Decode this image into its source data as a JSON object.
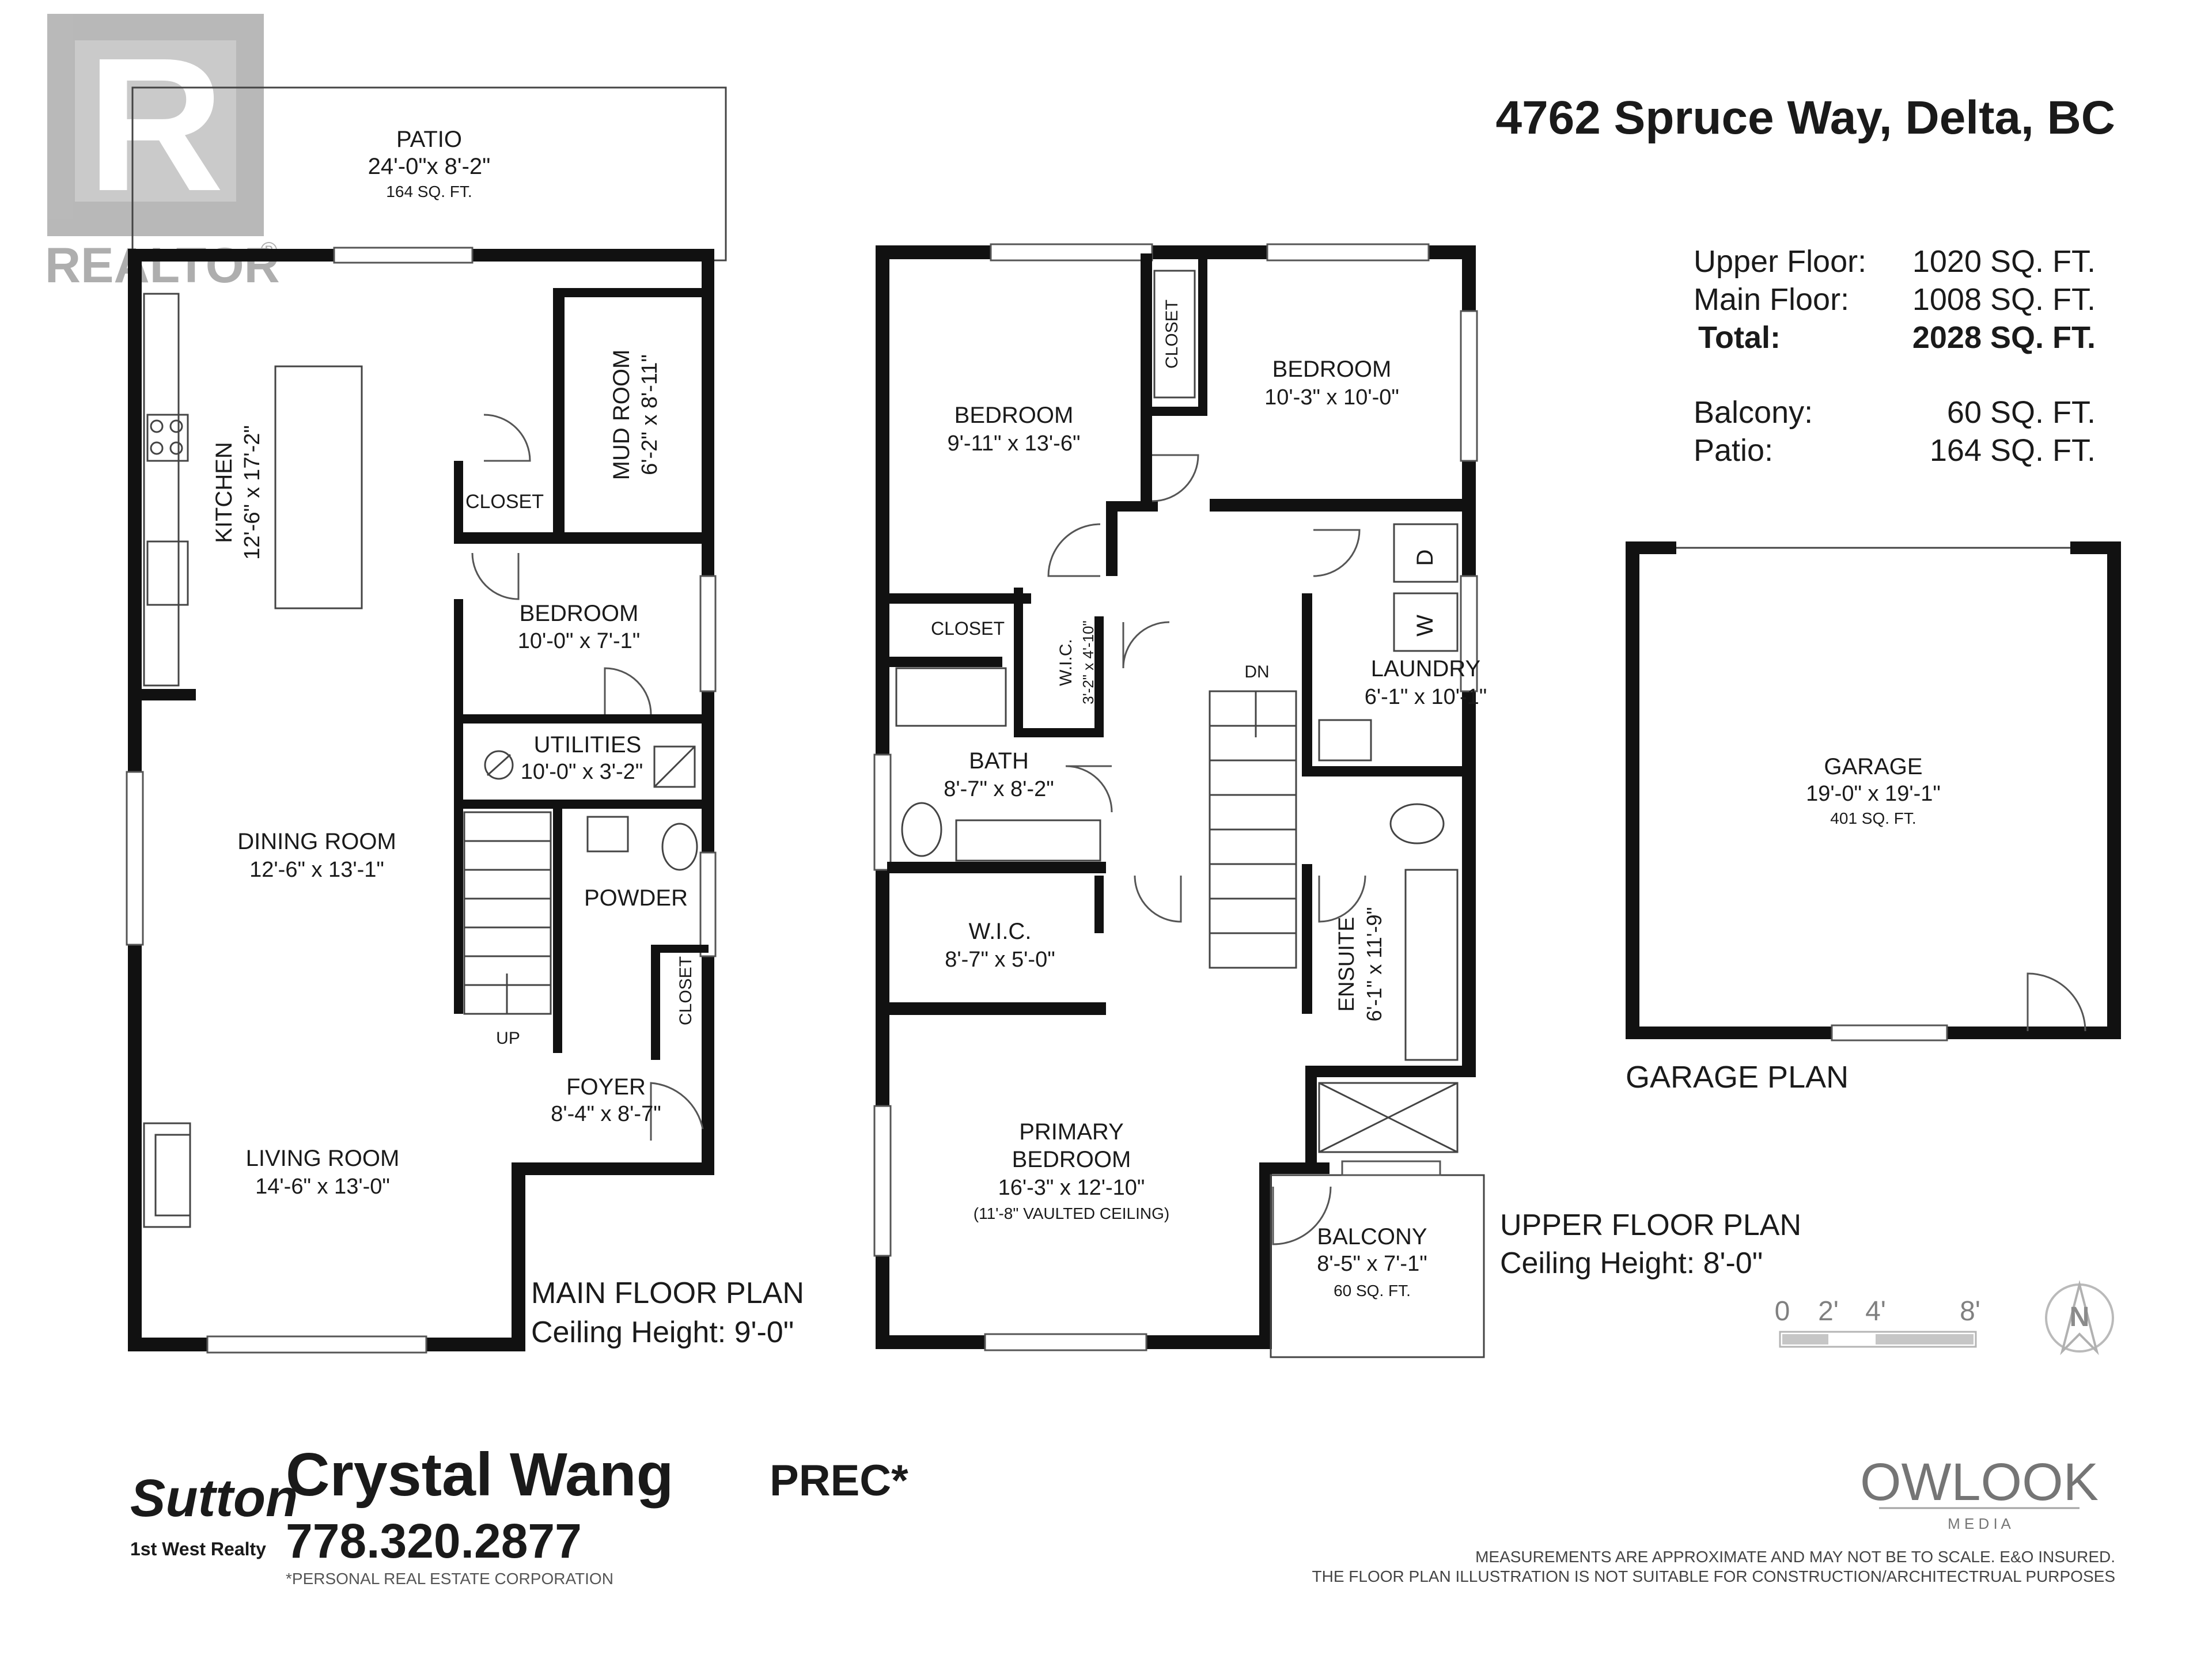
{
  "header": {
    "address": "4762 Spruce Way, Delta, BC",
    "logo_text": "REALTOR",
    "logo_symbol": "R",
    "registered_mark": "®"
  },
  "areas": [
    {
      "label": "Upper Floor:",
      "value": "1020 SQ. FT."
    },
    {
      "label": "Main Floor:",
      "value": "1008 SQ. FT."
    },
    {
      "label": "Total:",
      "value": "2028 SQ. FT."
    },
    {
      "label": "Balcony:",
      "value": "60 SQ. FT."
    },
    {
      "label": "Patio:",
      "value": "164 SQ. FT."
    }
  ],
  "main_floor": {
    "title": "MAIN FLOOR PLAN",
    "ceiling": "Ceiling Height: 9'-0\"",
    "patio": {
      "name": "PATIO",
      "dims": "24'-0\"x 8'-2\"",
      "area": "164 SQ. FT."
    },
    "kitchen": {
      "name": "KITCHEN",
      "dims": "12'-6\" x 17'-2\""
    },
    "mud_room": {
      "name": "MUD ROOM",
      "dims": "6'-2\" x 8'-11\""
    },
    "closet_1": "CLOSET",
    "bedroom": {
      "name": "BEDROOM",
      "dims": "10'-0\" x 7'-1\""
    },
    "utilities": {
      "name": "UTILITIES",
      "dims": "10'-0\" x 3'-2\""
    },
    "dining": {
      "name": "DINING ROOM",
      "dims": "12'-6\" x 13'-1\""
    },
    "powder": "POWDER",
    "closet_2": "CLOSET",
    "stair_label": "UP",
    "foyer": {
      "name": "FOYER",
      "dims": "8'-4\" x 8'-7\""
    },
    "living": {
      "name": "LIVING ROOM",
      "dims": "14'-6\" x 13'-0\""
    }
  },
  "upper_floor": {
    "title": "UPPER FLOOR PLAN",
    "ceiling": "Ceiling Height: 8'-0\"",
    "bedroom_1": {
      "name": "BEDROOM",
      "dims": "9'-11\" x 13'-6\""
    },
    "closet_v": "CLOSET",
    "bedroom_2": {
      "name": "BEDROOM",
      "dims": "10'-3\" x 10'-0\""
    },
    "closet_h": "CLOSET",
    "wic_small": {
      "name": "W.I.C.",
      "dims": "3'-2\" x 4'-10\""
    },
    "stair_label": "DN",
    "laundry": {
      "name": "LAUNDRY",
      "dims": "6'-1\" x 10'-1\""
    },
    "dryer": "D",
    "washer": "W",
    "bath": {
      "name": "BATH",
      "dims": "8'-7\" x 8'-2\""
    },
    "wic": {
      "name": "W.I.C.",
      "dims": "8'-7\" x 5'-0\""
    },
    "ensuite": {
      "name": "ENSUITE",
      "dims": "6'-1\" x 11'-9\""
    },
    "primary": {
      "name": "PRIMARY",
      "name2": "BEDROOM",
      "dims": "16'-3\" x 12'-10\"",
      "note": "(11'-8\" VAULTED CEILING)"
    },
    "balcony": {
      "name": "BALCONY",
      "dims": "8'-5\" x 7'-1\"",
      "area": "60 SQ. FT."
    }
  },
  "garage": {
    "title": "GARAGE PLAN",
    "name": "GARAGE",
    "dims": "19'-0\" x 19'-1\"",
    "area": "401 SQ. FT."
  },
  "scale": {
    "ticks": [
      "0",
      "2'",
      "4'",
      "8'"
    ],
    "north": "N"
  },
  "agent": {
    "brokerage_logo": "Sutton",
    "brokerage_sub": "1st West Realty",
    "name": "Crystal Wang",
    "designation": "PREC*",
    "phone": "778.320.2877",
    "footnote": "*PERSONAL REAL ESTATE CORPORATION"
  },
  "owlook": {
    "name": "OWLOOK",
    "sub": "M E D I A"
  },
  "disclaimer": {
    "line1": "MEASUREMENTS ARE APPROXIMATE AND MAY NOT BE TO SCALE. E&O INSURED.",
    "line2": "THE FLOOR PLAN ILLUSTRATION IS NOT SUITABLE FOR CONSTRUCTION/ARCHITECTRUAL PURPOSES"
  },
  "colors": {
    "wall": "#111111",
    "text": "#1a1a1a",
    "logo_gray": "#7a7a7a"
  }
}
